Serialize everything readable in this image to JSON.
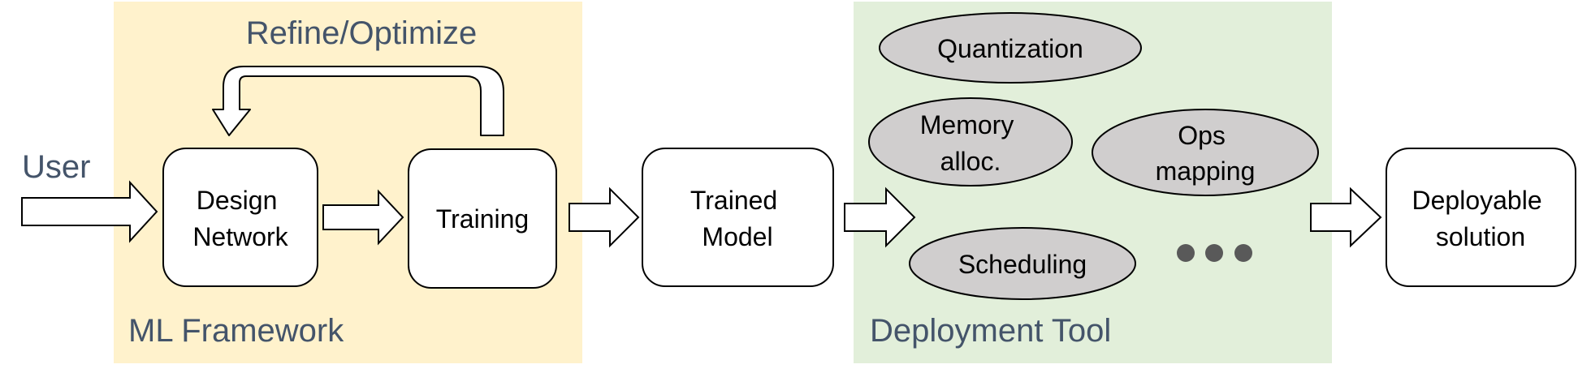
{
  "user_label": "User",
  "ml_framework": {
    "label": "ML Framework",
    "loop_label": "Refine/Optimize",
    "fill": "#FFF2CC",
    "design_network": [
      "Design",
      "Network"
    ],
    "training": "Training"
  },
  "trained_model": [
    "Trained",
    "Model"
  ],
  "deployment_tool": {
    "label": "Deployment Tool",
    "fill": "#E2EFDA",
    "oval_fill": "#D0CECE",
    "quantization": "Quantization",
    "memory_alloc": [
      "Memory",
      "alloc."
    ],
    "ops_mapping": [
      "Ops",
      "mapping"
    ],
    "scheduling": "Scheduling"
  },
  "deployable_solution": [
    "Deployable",
    "solution"
  ],
  "colors": {
    "label_text": "#44546A",
    "dots": "#595959"
  }
}
